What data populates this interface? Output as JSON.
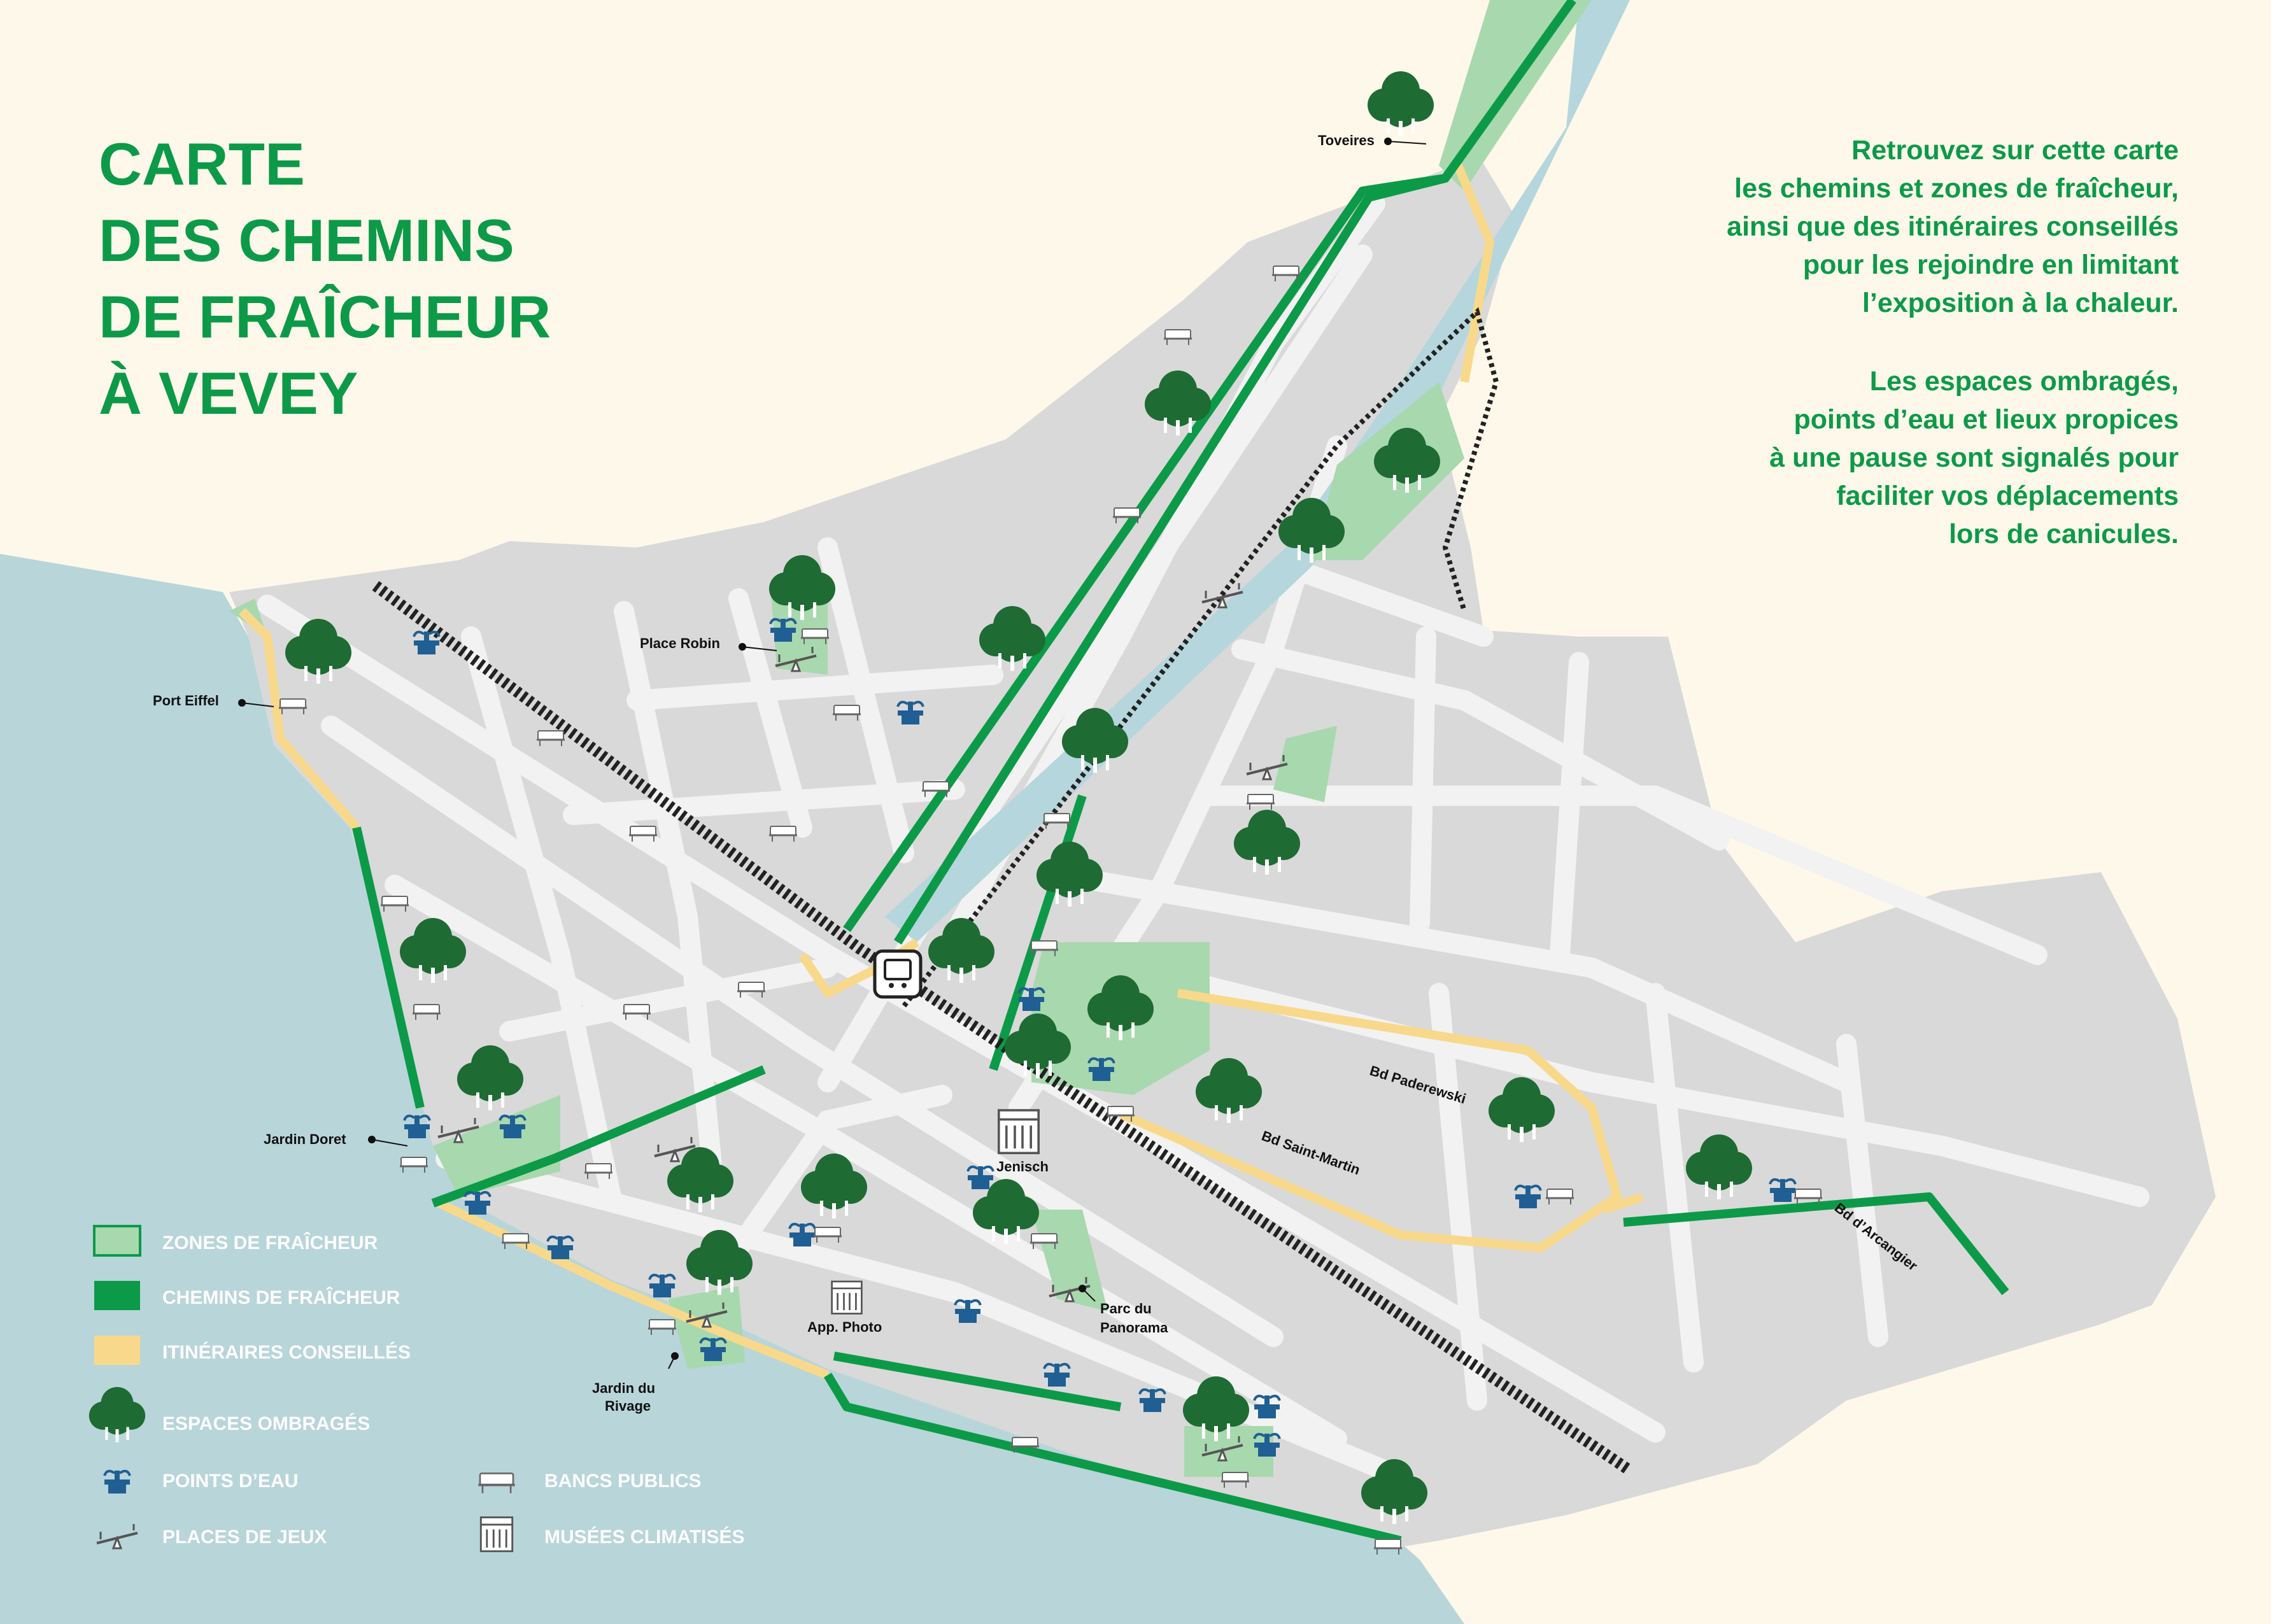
{
  "title": {
    "lines": [
      "CARTE",
      "DES CHEMINS",
      "DE FRAÎCHEUR",
      "À VEVEY"
    ]
  },
  "intro": {
    "paragraph1": [
      "Retrouvez sur cette carte",
      "les chemins et zones de fraîcheur,",
      "ainsi que des itinéraires conseillés",
      "pour les rejoindre en limitant",
      "l’exposition à la chaleur."
    ],
    "paragraph2": [
      "Les espaces ombragés,",
      "points d’eau et lieux propices",
      "à une pause sont signalés pour",
      "faciliter vos déplacements",
      "lors de canicules."
    ]
  },
  "places": {
    "toveires": "Toveires",
    "place_robin": "Place Robin",
    "port_eiffel": "Port Eiffel",
    "jardin_doret": "Jardin Doret",
    "jenisch": "Jenisch",
    "app_photo": "App. Photo",
    "parc_panorama_1": "Parc du",
    "parc_panorama_2": "Panorama",
    "jardin_rivage_1": "Jardin du",
    "jardin_rivage_2": "Rivage"
  },
  "streets": {
    "paderewski": "Bd Paderewski",
    "saint_martin": "Bd Saint-Martin",
    "arcangier": "Bd d’Arcangier"
  },
  "legend": {
    "zones": "ZONES DE FRAÎCHEUR",
    "chemins": "CHEMINS DE FRAÎCHEUR",
    "itineraires": "ITINÉRAIRES CONSEILLÉS",
    "ombrages": "ESPACES OMBRAGÉS",
    "eau": "POINTS D’EAU",
    "jeux": "PLACES DE JEUX",
    "bancs": "BANCS PUBLICS",
    "musees": "MUSÉES CLIMATISÉS"
  },
  "icons": {
    "tree": "tree-icon",
    "fountain": "fountain-icon",
    "seesaw": "seesaw-icon",
    "bench": "bench-icon",
    "museum": "museum-icon",
    "train": "train-icon"
  },
  "colors": {
    "background": "#fdf8ea",
    "lake": "#b8d5da",
    "urban": "#d9d9d9",
    "street": "#f2f2f2",
    "zone_fill": "#a8d8ae",
    "chemin": "#0c9a48",
    "itineraire": "#f8d98b",
    "tree": "#1e6b34",
    "fountain": "#1f5f93",
    "title": "#0c9a48",
    "river": "#b5d6dc"
  }
}
